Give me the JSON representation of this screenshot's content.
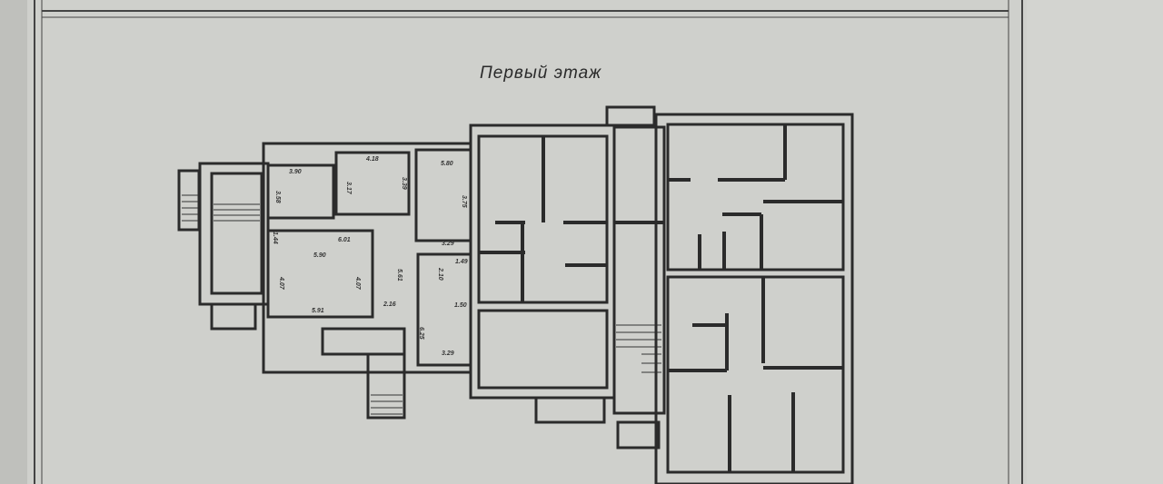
{
  "plan": {
    "title": "Первый этаж",
    "dimensions": [
      "3.90",
      "3.58",
      "3.17",
      "4.18",
      "3.39",
      "5.80",
      "3.75",
      "1.44",
      "6.01",
      "5.90",
      "5.61",
      "3.29",
      "2.10",
      "1.49",
      "4.07",
      "4.07",
      "5.91",
      "2.16",
      "1.50",
      "6.25",
      "3.29"
    ]
  }
}
